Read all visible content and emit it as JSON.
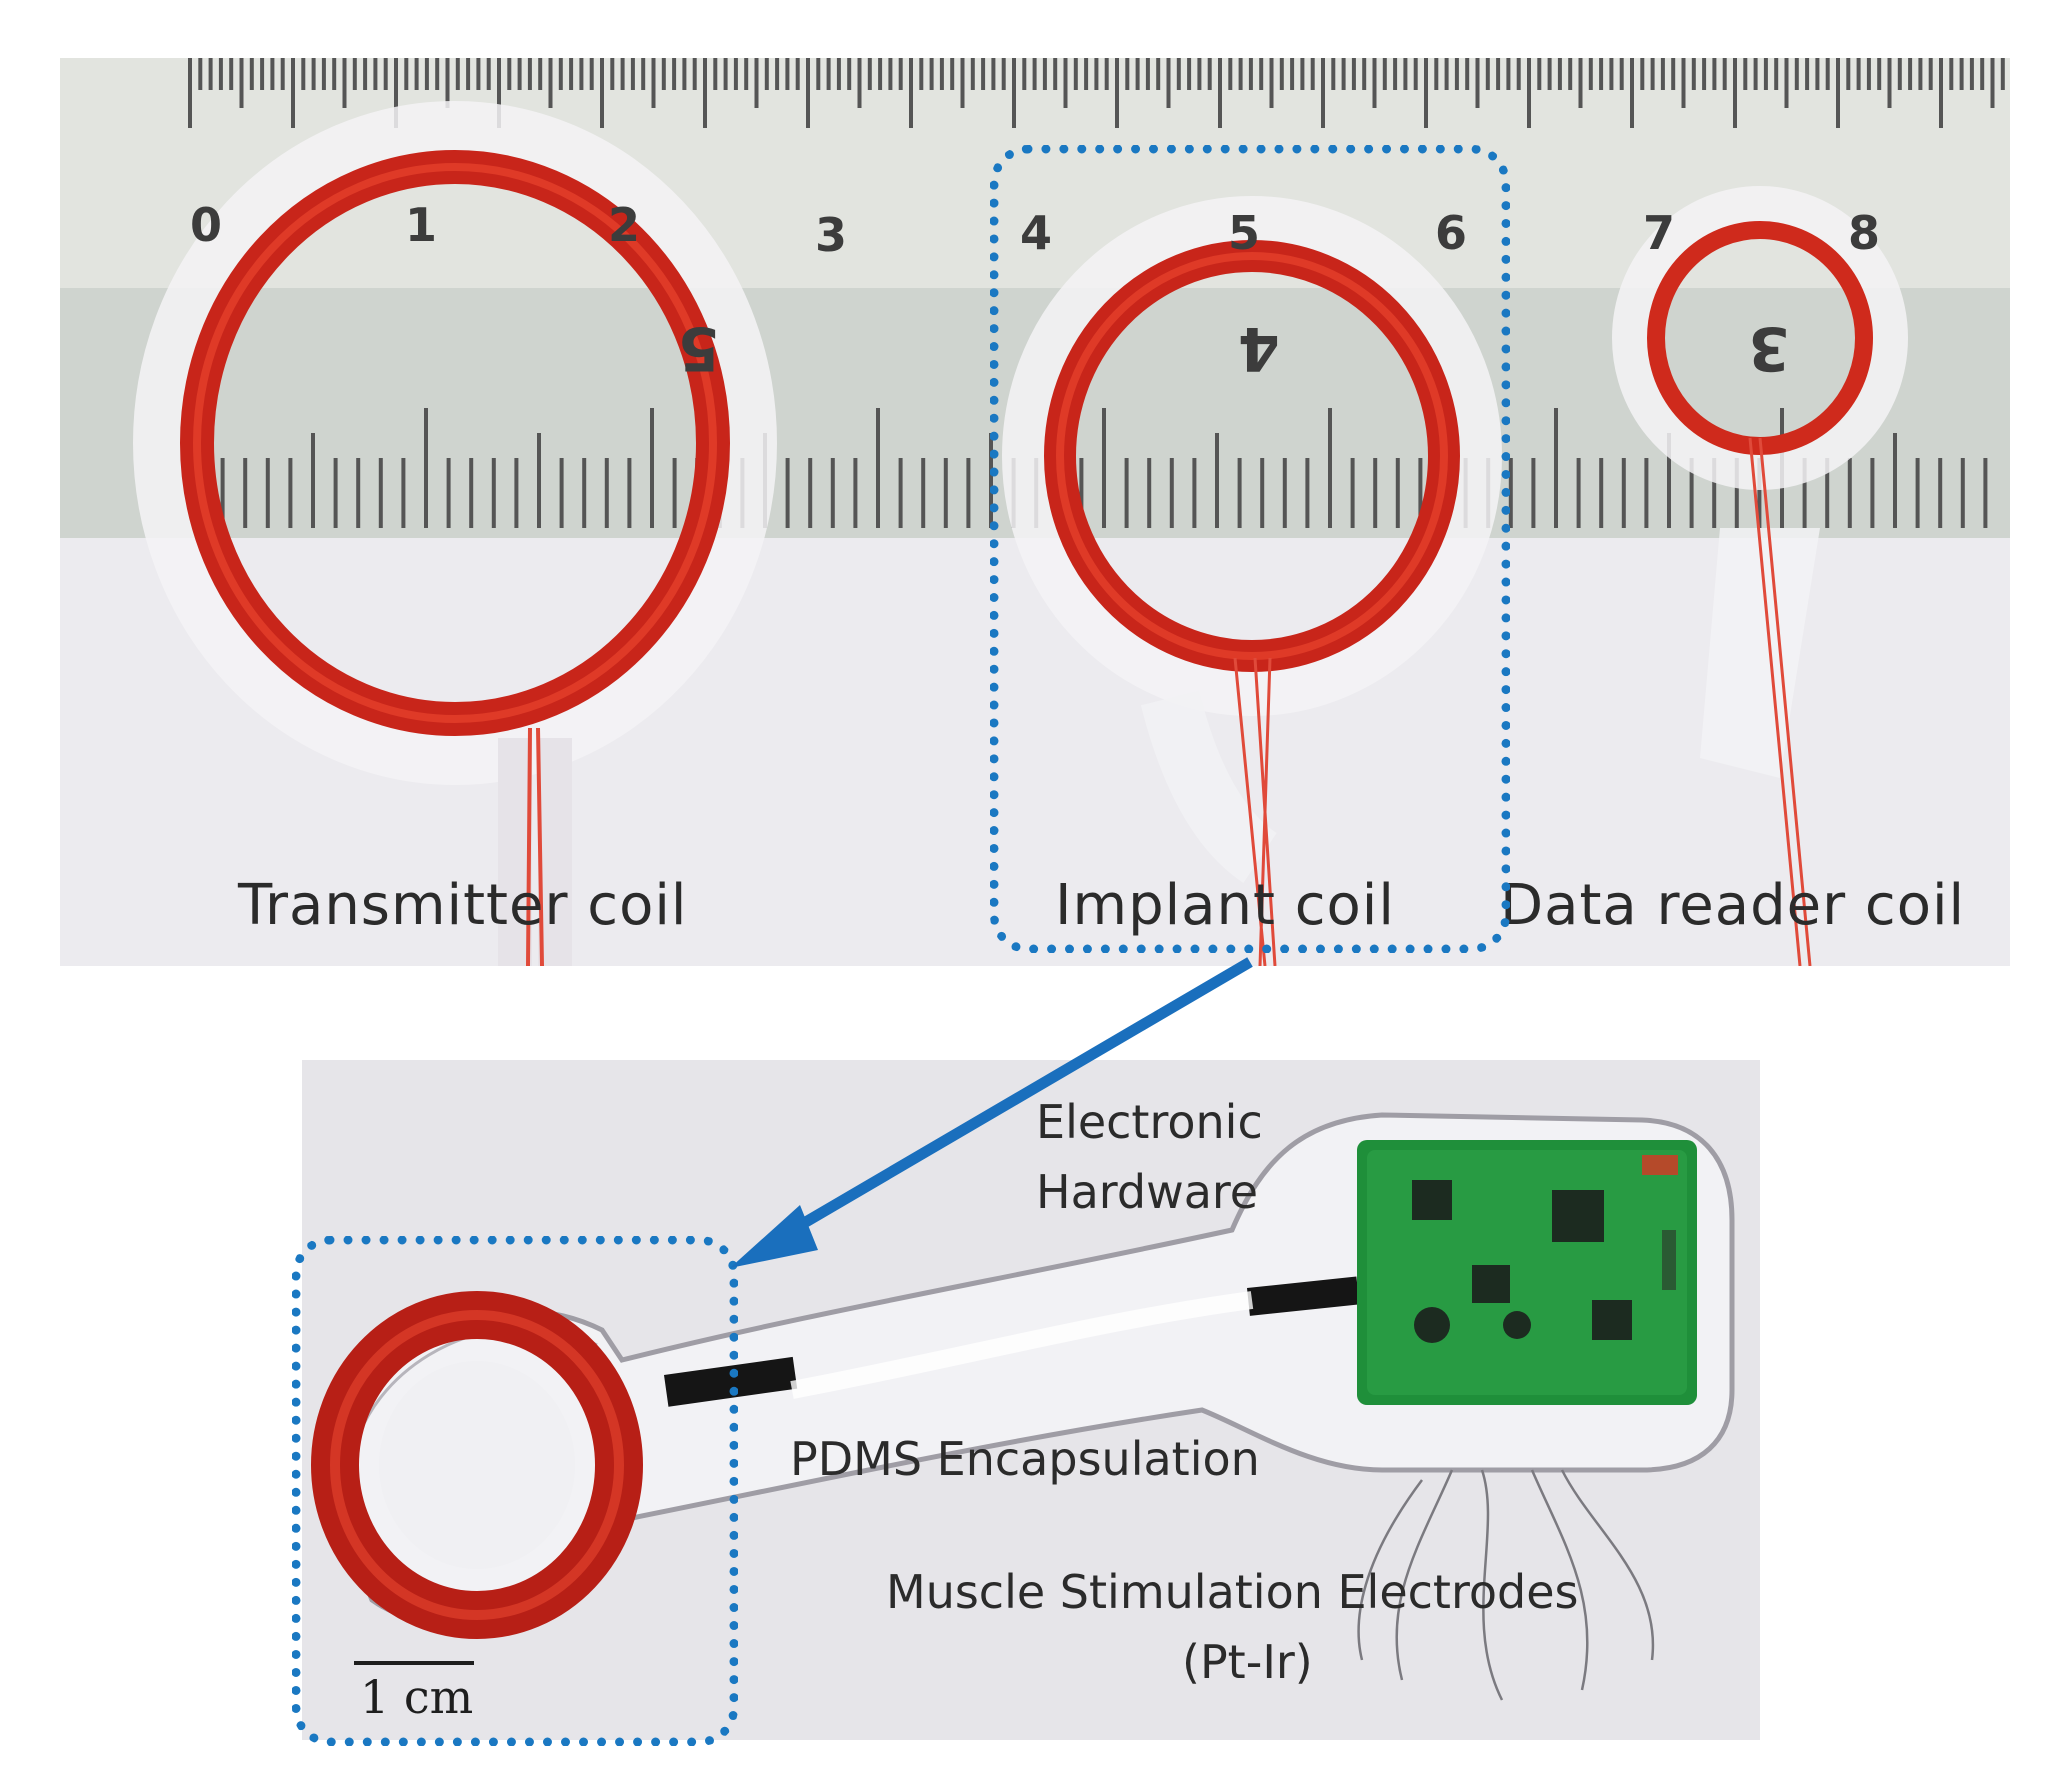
{
  "figure": {
    "top_labels": {
      "transmitter": "Transmitter coil",
      "implant": "Implant coil",
      "reader": "Data reader coil"
    },
    "bottom_labels": {
      "electronic": "Electronic",
      "hardware": "Hardware",
      "pdms": "PDMS Encapsulation",
      "electrodes": "Muscle Stimulation Electrodes",
      "electrodes_material": "(Pt-Ir)",
      "scale_bar": "1 cm"
    },
    "ruler": {
      "upper_numbers": [
        "0",
        "1",
        "2",
        "3",
        "4",
        "5",
        "6",
        "7",
        "8"
      ],
      "lower_numbers": [
        "5",
        "4",
        "3"
      ]
    },
    "colors": {
      "coil_copper": "#d6281c",
      "highlight_box": "#1a78c2",
      "pcb_green": "#1f8f3a"
    }
  }
}
